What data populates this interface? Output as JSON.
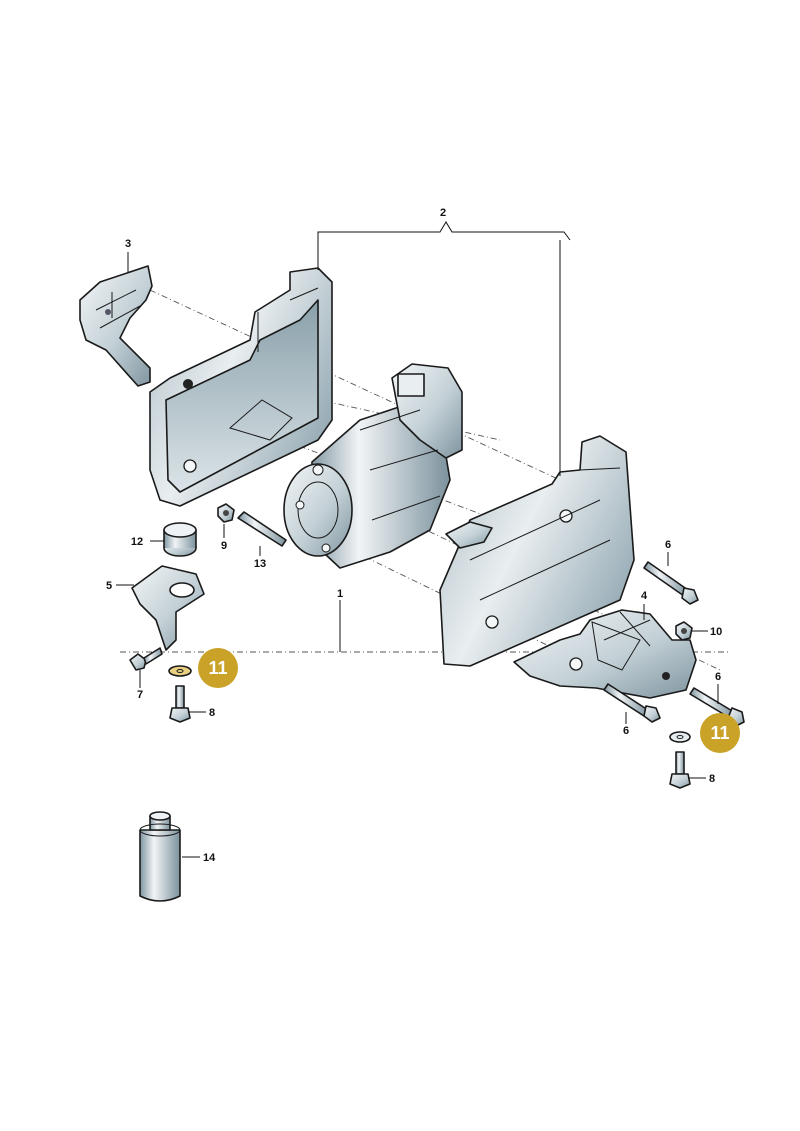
{
  "labels": {
    "l1": "1",
    "l2": "2",
    "l3": "3",
    "l4": "4",
    "l5": "5",
    "l6a": "6",
    "l6b": "6",
    "l6c": "6",
    "l7": "7",
    "l8a": "8",
    "l8b": "8",
    "l9": "9",
    "l10": "10",
    "l12": "12",
    "l13": "13",
    "l14": "14"
  },
  "badges": {
    "left": "11",
    "right": "11"
  },
  "colors": {
    "metal_light": "#eef2f4",
    "metal_mid": "#b8c6ce",
    "metal_dark": "#6f8590",
    "badge": "#c9a227"
  }
}
